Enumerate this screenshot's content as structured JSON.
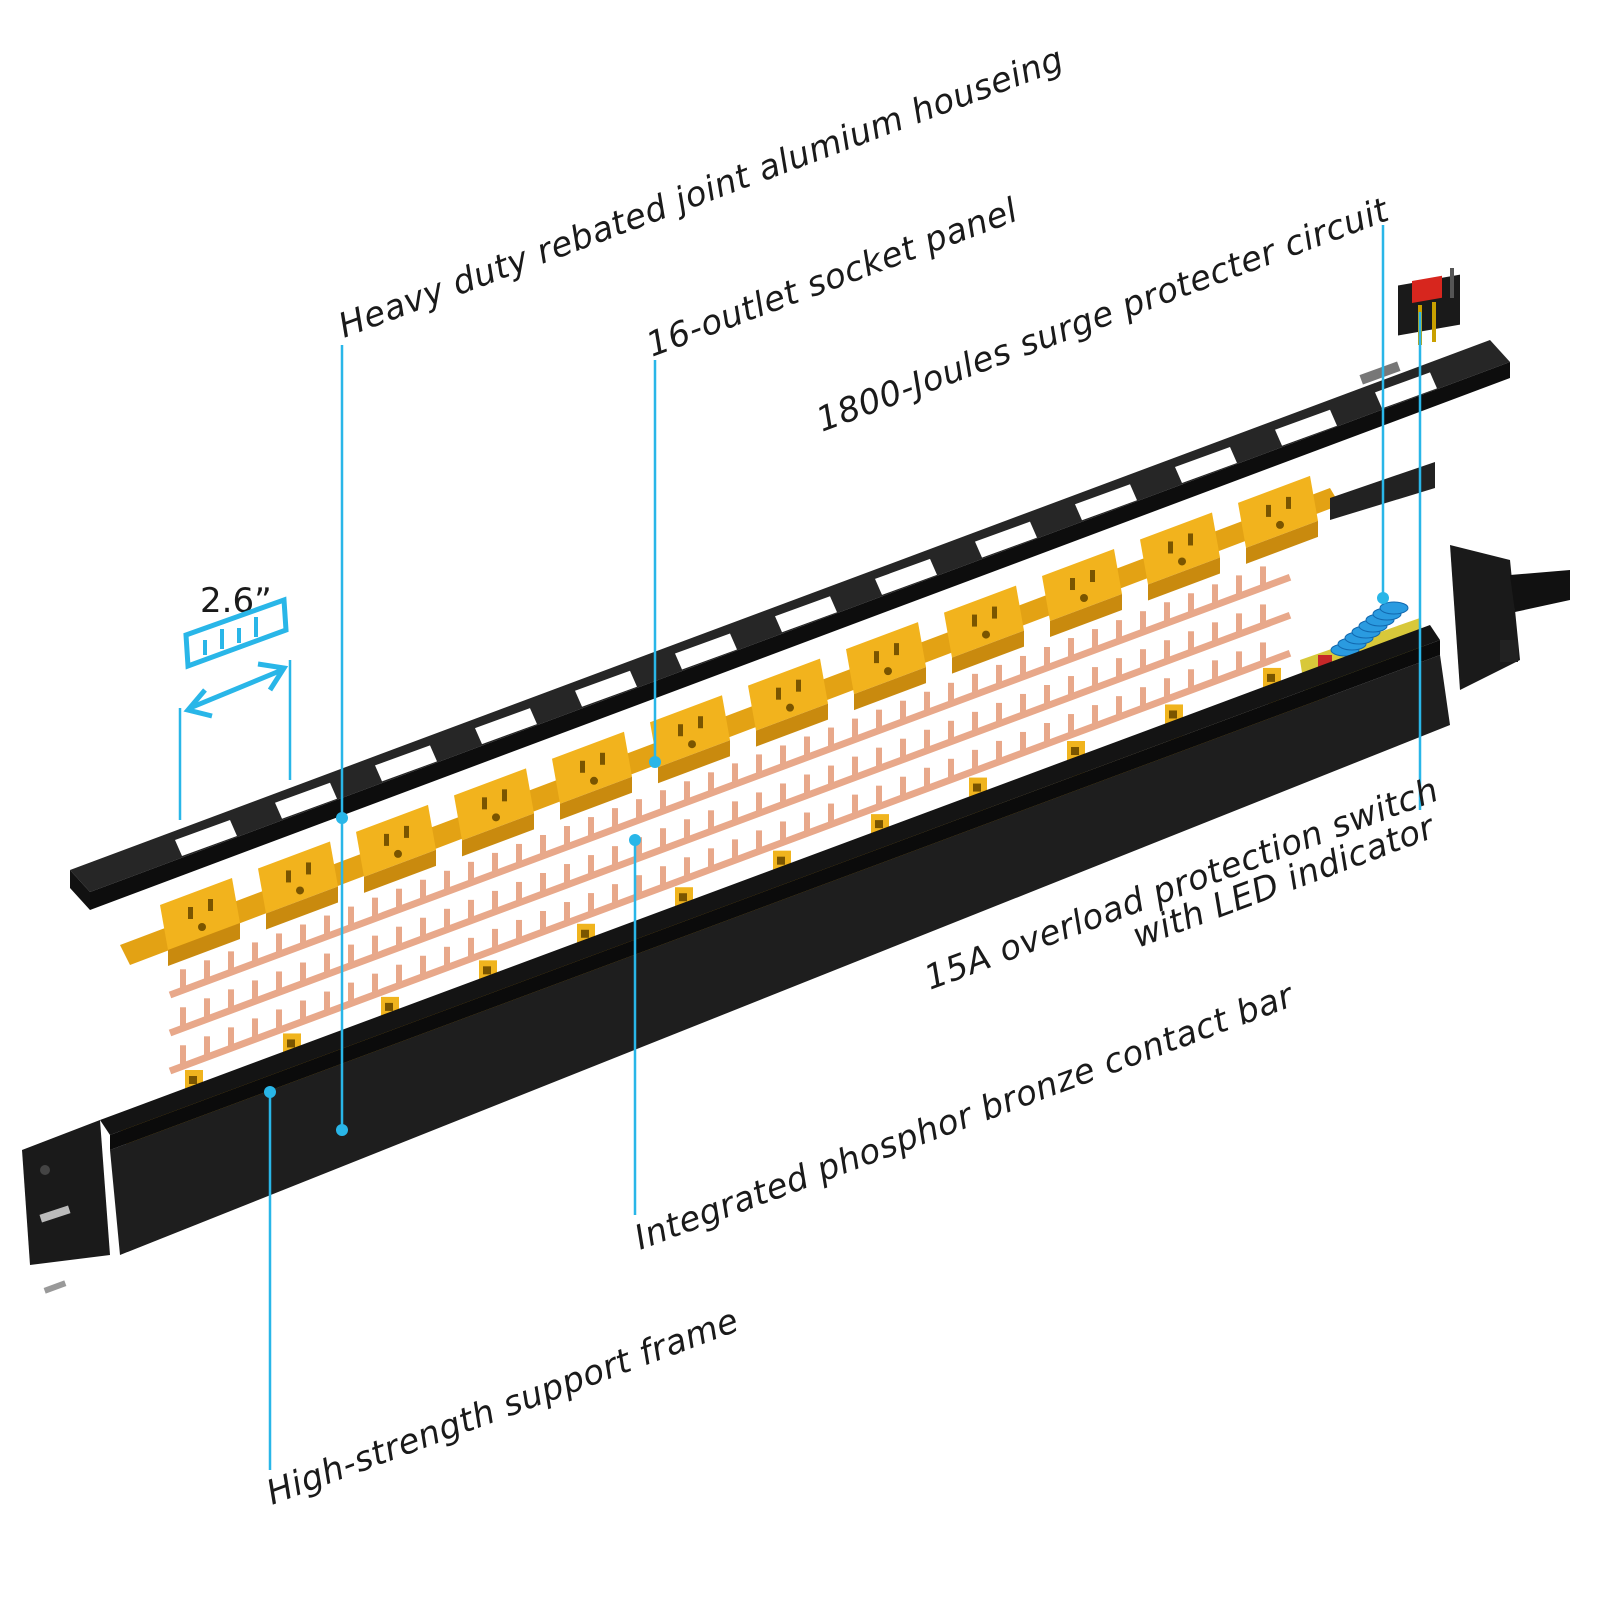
{
  "labels": {
    "housing": "Heavy duty rebated joint alumium houseing",
    "socket_panel": "16-outlet socket panel",
    "surge": "1800-Joules surge protecter circuit",
    "switch_line1": "15A overload protection switch",
    "switch_line2": "with LED indicator",
    "contact_bar": "Integrated phosphor bronze contact bar",
    "frame": "High-strength support frame"
  },
  "dimension": {
    "width_label": "2.6”"
  },
  "colors": {
    "accent": "#29b6e8",
    "housing": "#1c1c1c",
    "socket": "#f2b31d",
    "socket_dark": "#c98a0e",
    "bronze": "#e8a88a",
    "coil": "#2a9be0",
    "switch_red": "#d7261e"
  }
}
